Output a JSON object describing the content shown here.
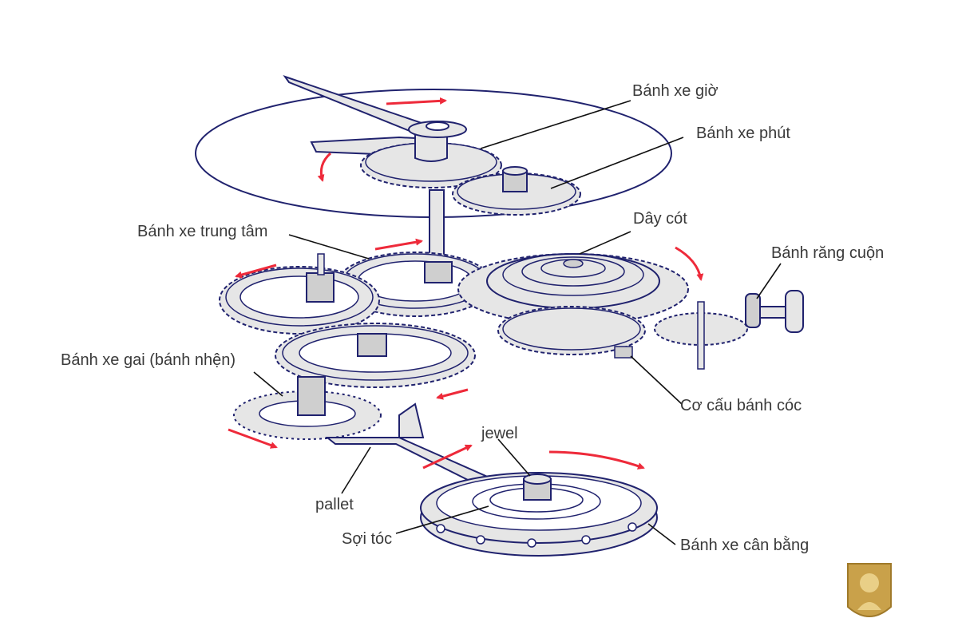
{
  "labels": {
    "hour_wheel": "Bánh xe giờ",
    "minute_wheel": "Bánh xe phút",
    "center_wheel": "Bánh xe trung tâm",
    "mainspring": "Dây cót",
    "winding_gear": "Bánh răng cuộn",
    "escape_wheel": "Bánh xe gai (bánh nhện)",
    "ratchet": "Cơ cấu bánh cóc",
    "jewel": "jewel",
    "pallet": "pallet",
    "hairspring": "Sợi tóc",
    "balance_wheel": "Bánh xe cân bằng"
  },
  "colors": {
    "outline": "#20226e",
    "fill": "#e6e6e6",
    "arrow": "#ee2a3a",
    "leader": "#111111",
    "label_text": "#3a3a3a",
    "logo_gold": "#c9a14a"
  },
  "logo": {
    "icon": "golden-head-logo"
  }
}
